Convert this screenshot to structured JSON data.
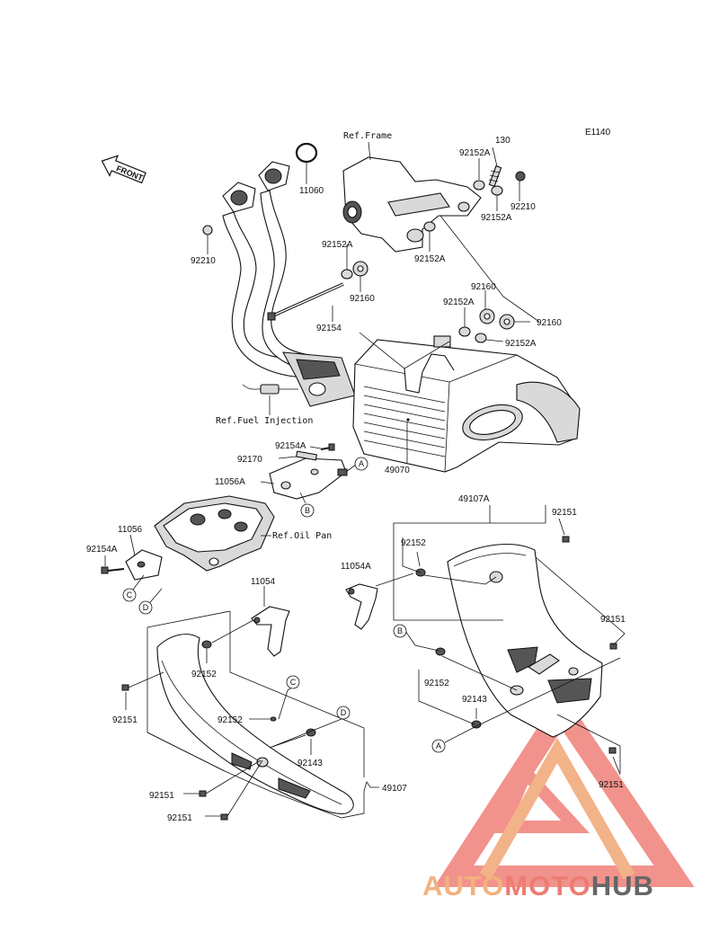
{
  "diagram_code": "E1140",
  "front_label": "FRONT",
  "refs": {
    "frame": "Ref.Frame",
    "fuel_injection": "Ref.Fuel Injection",
    "oil_pan": "Ref.Oil Pan"
  },
  "callouts": [
    "A",
    "B",
    "C",
    "D"
  ],
  "parts": {
    "p11060": "11060",
    "p92210_left": "92210",
    "p92210_right": "92210",
    "p130": "130",
    "p92152A_top": "92152A",
    "p92152A_top2": "92152A",
    "p92152A_frame": "92152A",
    "p92152A_mid": "92152A",
    "p92152A_r1": "92152A",
    "p92152A_r2": "92152A",
    "p92160_mid": "92160",
    "p92160_r1": "92160",
    "p92160_r2": "92160",
    "p92154": "92154",
    "p49070": "49070",
    "p92154A_top": "92154A",
    "p92170": "92170",
    "p11056A": "11056A",
    "p11056": "11056",
    "p92154A_left": "92154A",
    "p49107A": "49107A",
    "p92151_r1": "92151",
    "p92152_r": "92152",
    "p11054A": "11054A",
    "p92151_r2": "92151",
    "p92152_rb": "92152",
    "p92143_r": "92143",
    "p92151_r3": "92151",
    "p11054": "11054",
    "p92152_l": "92152",
    "p92151_l1": "92151",
    "p92152_l2": "92152",
    "p92143_l": "92143",
    "p49107": "49107",
    "p92151_l2": "92151",
    "p92151_l3": "92151"
  },
  "watermark": {
    "auto": "AUTO",
    "moto": "MOTO",
    "hub": "HUB",
    "color_red": "#e8594f",
    "color_orange": "#f2a265",
    "color_gray": "#666666"
  }
}
